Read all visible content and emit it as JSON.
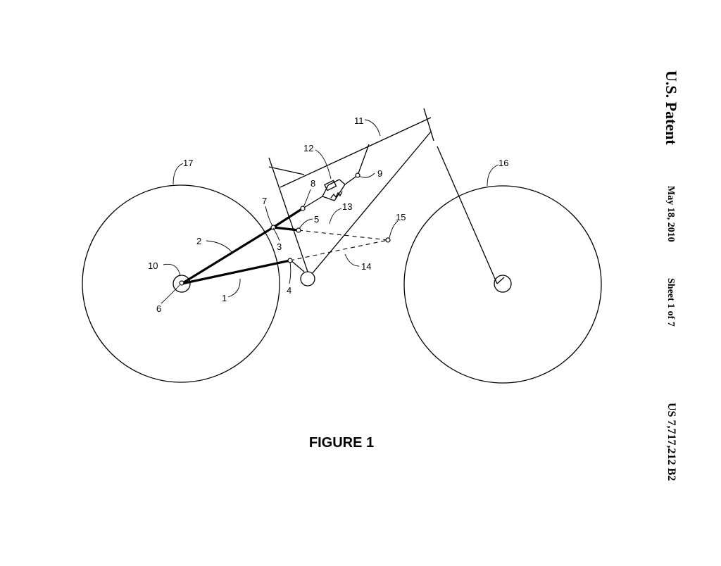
{
  "header": {
    "patent": "U.S. Patent",
    "date": "May 18, 2010",
    "sheet": "Sheet 1 of 7",
    "number": "US 7,717,212 B2"
  },
  "figure": {
    "caption": "FIGURE 1"
  },
  "labels": {
    "l1": "1",
    "l2": "2",
    "l3": "3",
    "l4": "4",
    "l5": "5",
    "l6": "6",
    "l7": "7",
    "l8": "8",
    "l9": "9",
    "l10": "10",
    "l11": "11",
    "l12": "12",
    "l13": "13",
    "l14": "14",
    "l15": "15",
    "l16": "16",
    "l17": "17"
  }
}
